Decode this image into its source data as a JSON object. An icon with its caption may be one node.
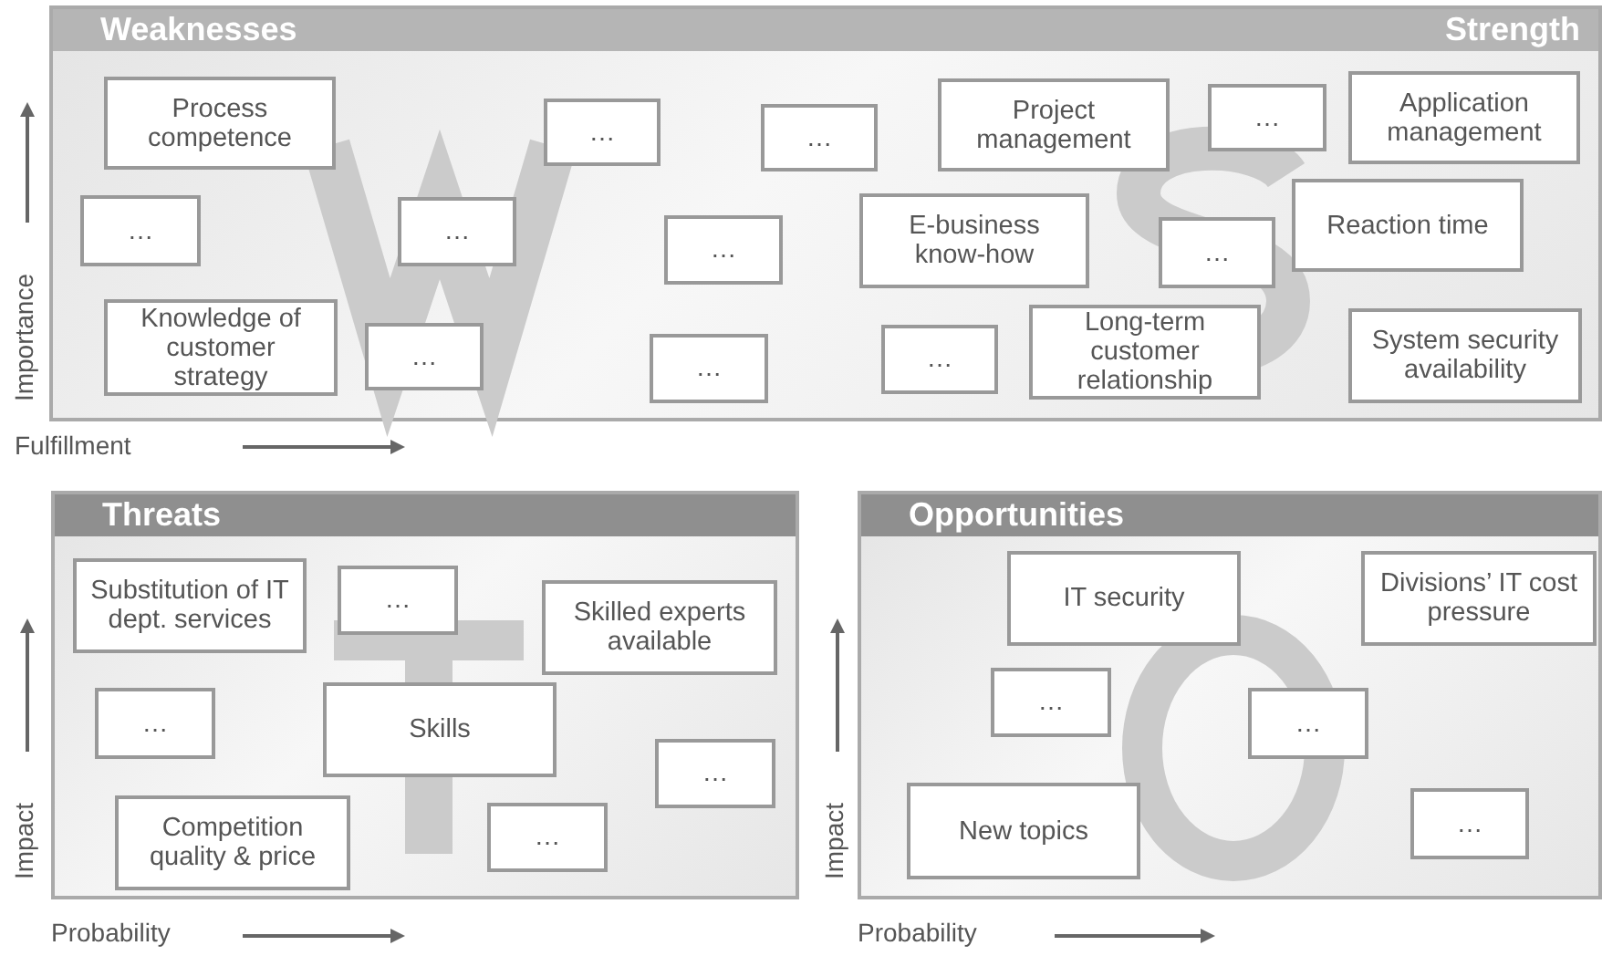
{
  "diagram": {
    "nodes": [
      {
        "text": [
          "Weaknesses",
          "Strength"
        ]
      },
      {
        "text": [
          "Process competence"
        ],
        "in": 0
      },
      {
        "text": [
          "…"
        ],
        "in": 0
      },
      {
        "text": [
          "…"
        ],
        "in": 0
      },
      {
        "text": [
          "Project management"
        ],
        "in": 0
      },
      {
        "text": [
          "…"
        ],
        "in": 0
      },
      {
        "text": [
          "Application management"
        ],
        "in": 0
      },
      {
        "text": [
          "…"
        ],
        "in": 0
      },
      {
        "text": [
          "…"
        ],
        "in": 0
      },
      {
        "text": [
          "…"
        ],
        "in": 0
      },
      {
        "text": [
          "E-business know-how"
        ],
        "in": 0
      },
      {
        "text": [
          "…"
        ],
        "in": 0
      },
      {
        "text": [
          "Reaction time"
        ],
        "in": 0
      },
      {
        "text": [
          "Knowledge of customer strategy"
        ],
        "in": 0
      },
      {
        "text": [
          "…"
        ],
        "in": 0
      },
      {
        "text": [
          "…"
        ],
        "in": 0
      },
      {
        "text": [
          "…"
        ],
        "in": 0
      },
      {
        "text": [
          "Long-term customer relationship"
        ],
        "in": 0
      },
      {
        "text": [
          "System security availability"
        ],
        "in": 0
      },
      {
        "text": [
          "Threats"
        ]
      },
      {
        "text": [
          "Substitution of IT dept. services"
        ],
        "in": 19
      },
      {
        "text": [
          "…"
        ],
        "in": 19
      },
      {
        "text": [
          "Skilled experts available"
        ],
        "in": 19
      },
      {
        "text": [
          "…"
        ],
        "in": 19
      },
      {
        "text": [
          "Skills"
        ],
        "in": 19
      },
      {
        "text": [
          "…"
        ],
        "in": 19
      },
      {
        "text": [
          "Competition quality & price"
        ],
        "in": 19
      },
      {
        "text": [
          "…"
        ],
        "in": 19
      },
      {
        "text": [
          "Opportunities"
        ]
      },
      {
        "text": [
          "IT security"
        ],
        "in": 28
      },
      {
        "text": [
          "Divisions’ IT cost pressure"
        ],
        "in": 28
      },
      {
        "text": [
          "…"
        ],
        "in": 28
      },
      {
        "text": [
          "…"
        ],
        "in": 28
      },
      {
        "text": [
          "New topics"
        ],
        "in": 28
      },
      {
        "text": [
          "…"
        ],
        "in": 28
      }
    ],
    "edges": [],
    "labels": [
      "Importance",
      "Fulfillment",
      "Impact",
      "Probability",
      "Impact",
      "Probability"
    ]
  }
}
